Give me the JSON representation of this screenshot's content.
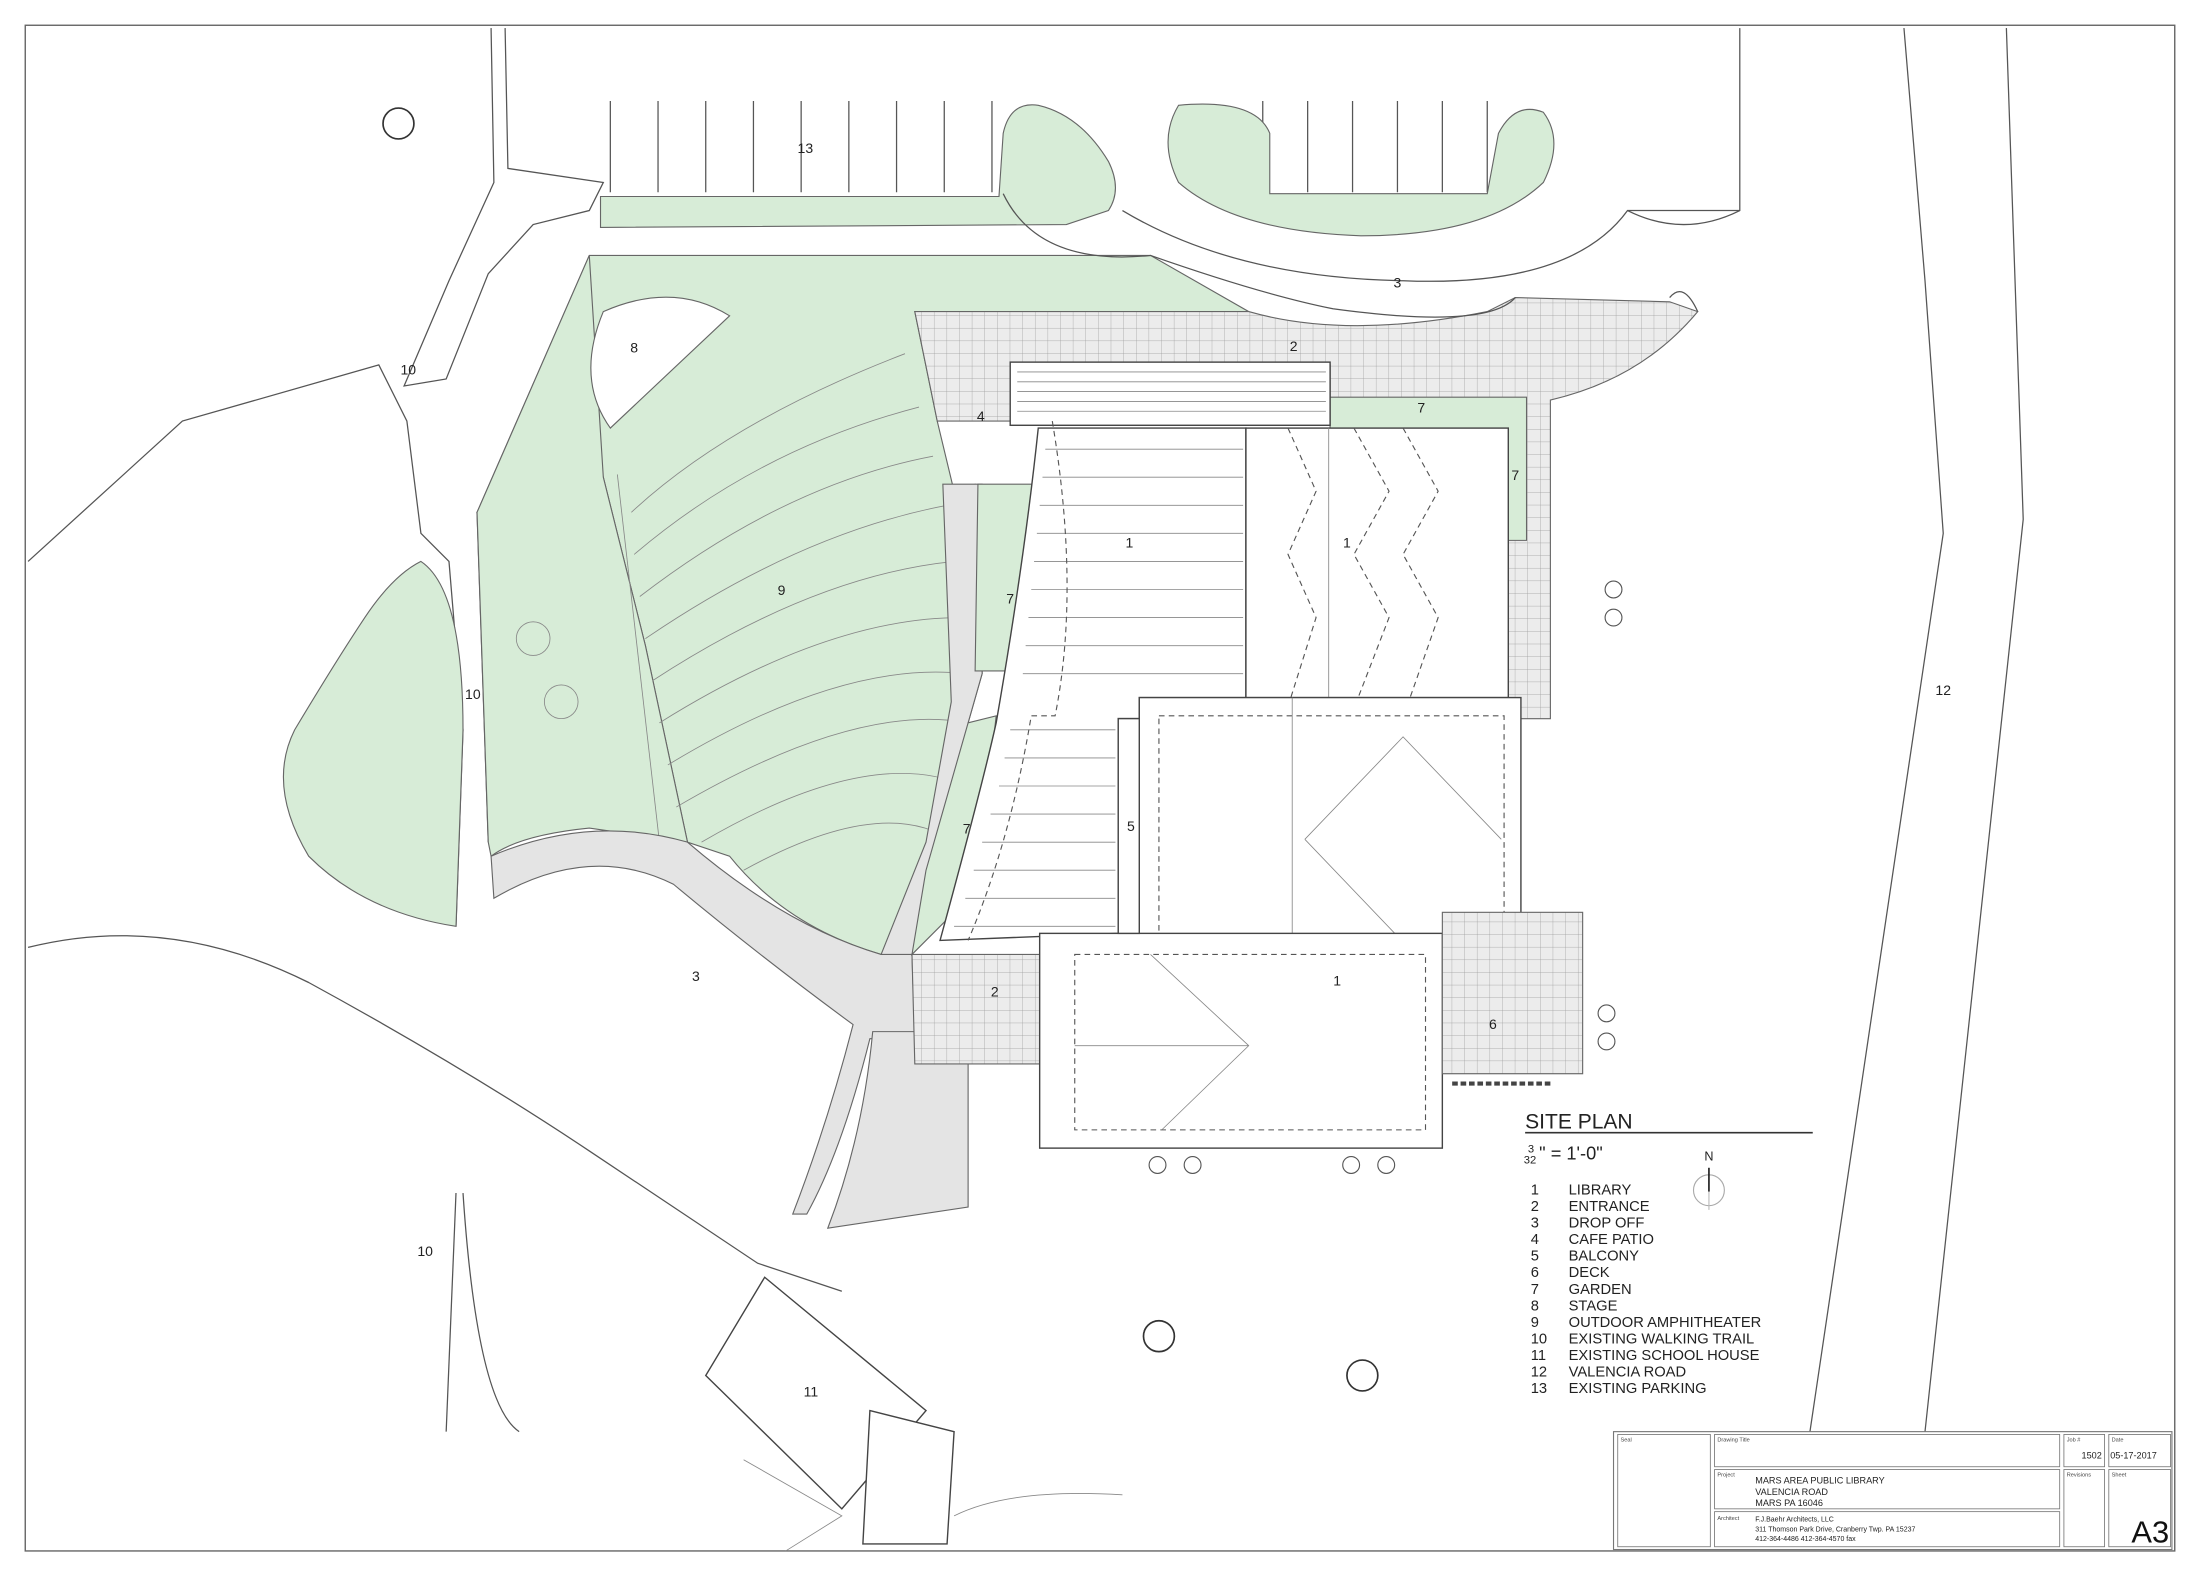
{
  "plan_labels": {
    "library": "1",
    "entrance": "2",
    "drop_off": "3",
    "cafe_patio": "4",
    "balcony": "5",
    "deck": "6",
    "garden": "7",
    "stage": "8",
    "amphitheater": "9",
    "walking_trail": "10",
    "school_house": "11",
    "valencia_road": "12",
    "parking": "13"
  },
  "legend": {
    "title": "SITE PLAN",
    "scale_numerator": "3",
    "scale_denominator": "32",
    "scale_rest": "\" = 1'-0\"",
    "north_label": "N",
    "items": [
      {
        "num": "1",
        "label": "LIBRARY"
      },
      {
        "num": "2",
        "label": "ENTRANCE"
      },
      {
        "num": "3",
        "label": "DROP OFF"
      },
      {
        "num": "4",
        "label": "CAFE PATIO"
      },
      {
        "num": "5",
        "label": "BALCONY"
      },
      {
        "num": "6",
        "label": "DECK"
      },
      {
        "num": "7",
        "label": "GARDEN"
      },
      {
        "num": "8",
        "label": "STAGE"
      },
      {
        "num": "9",
        "label": "OUTDOOR AMPHITHEATER"
      },
      {
        "num": "10",
        "label": "EXISTING WALKING TRAIL"
      },
      {
        "num": "11",
        "label": "EXISTING SCHOOL HOUSE"
      },
      {
        "num": "12",
        "label": "VALENCIA ROAD"
      },
      {
        "num": "13",
        "label": "EXISTING PARKING"
      }
    ]
  },
  "title_block": {
    "seal_label": "Seal",
    "drawing_title_label": "Drawing Title",
    "job_label": "Job #",
    "job_value": "1502",
    "date_label": "Date",
    "date_value": "05-17-2017",
    "project_label": "Project",
    "project_lines": [
      "MARS AREA PUBLIC LIBRARY",
      "VALENCIA ROAD",
      "MARS PA 16046"
    ],
    "revisions_label": "Revisions",
    "sheet_label": "Sheet",
    "sheet_value": "A3",
    "architect_label": "Architect",
    "architect_lines": [
      "F.J.Baehr Architects, LLC",
      "311 Thomson Park Drive, Cranberry Twp. PA  15237",
      "412-364-4486        412-364-4570 fax"
    ]
  },
  "colors": {
    "garden": "#d7ecd7",
    "paving": "#e4e4e4",
    "line": "#555555"
  }
}
